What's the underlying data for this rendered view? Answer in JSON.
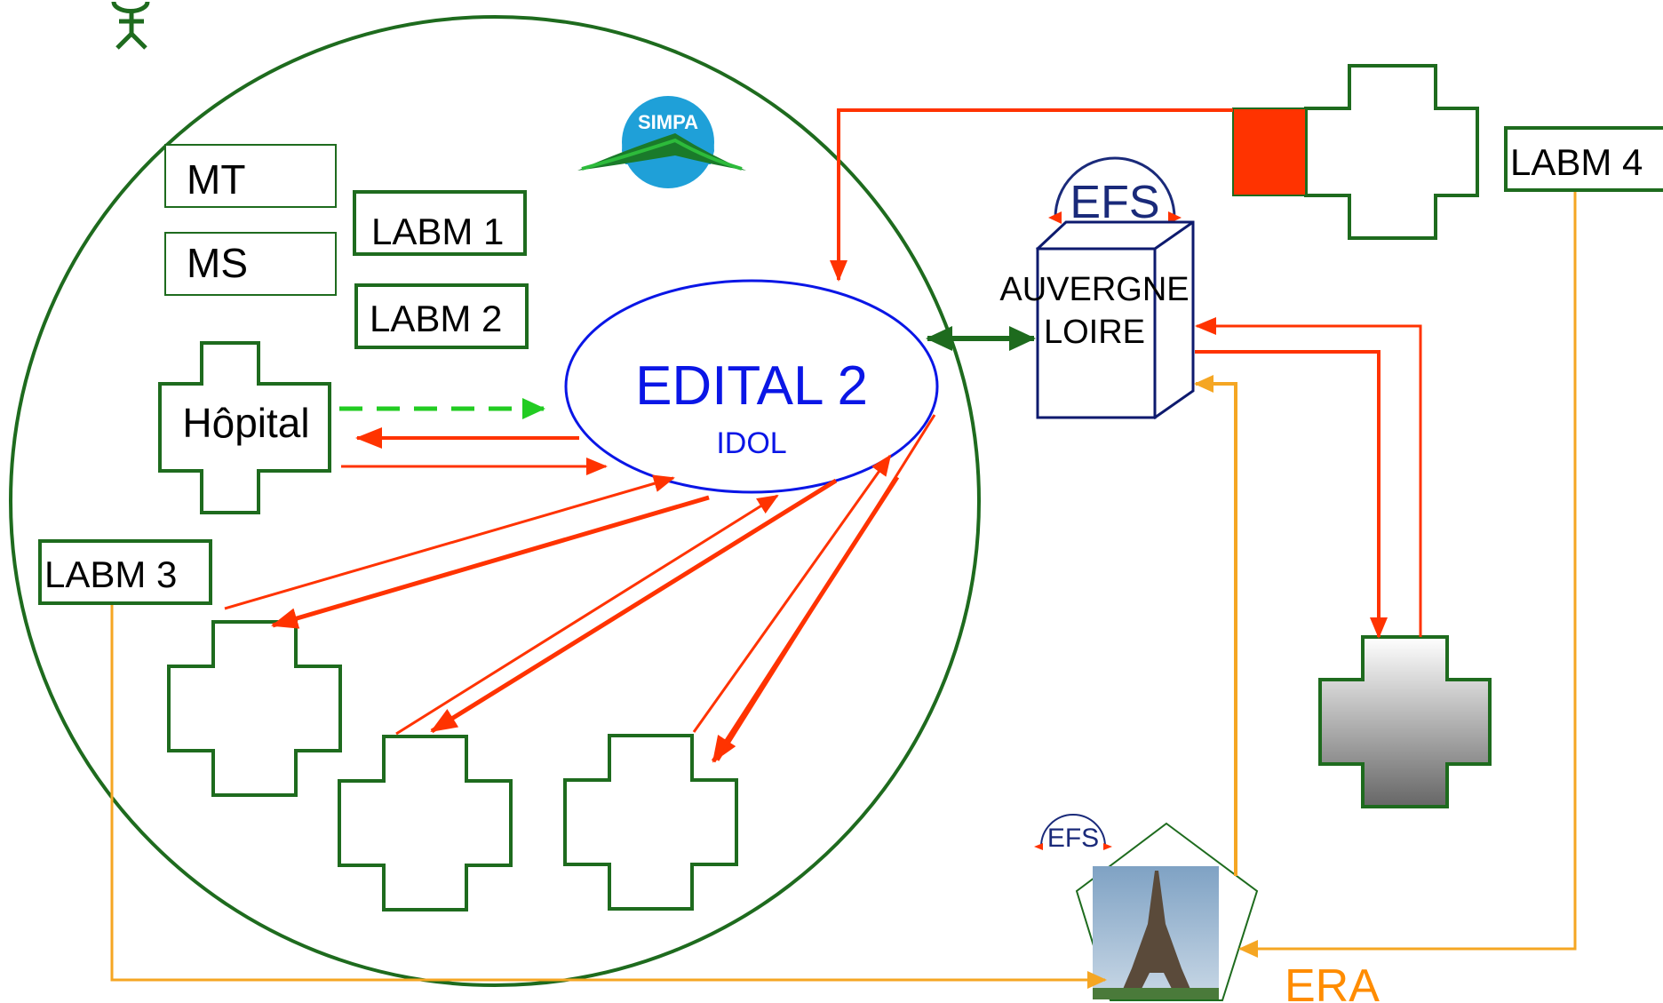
{
  "labels": {
    "mt": "MT",
    "ms": "MS",
    "labm1": "LABM 1",
    "labm2": "LABM 2",
    "labm3": "LABM 3",
    "labm4": "LABM 4",
    "hopital": "Hôpital",
    "edital": "EDITAL 2",
    "idol": "IDOL",
    "auvergne": "AUVERGNE",
    "loire": "LOIRE",
    "era": "ERA"
  },
  "logos": {
    "simpa": "SIMPA",
    "efs_main": "EFS",
    "efs_small": "EFS"
  },
  "colors": {
    "green": "#1e6b1e",
    "red_arrow": "#ff3300",
    "orange_line": "#f5a623",
    "edital_blue": "#0a16e6",
    "server_navy": "#0d1a6e",
    "dashed_green": "#22cc22",
    "era_orange": "#ff8c00"
  },
  "icons": {
    "person": "person-icon",
    "tower": "eiffel-tower-icon"
  }
}
